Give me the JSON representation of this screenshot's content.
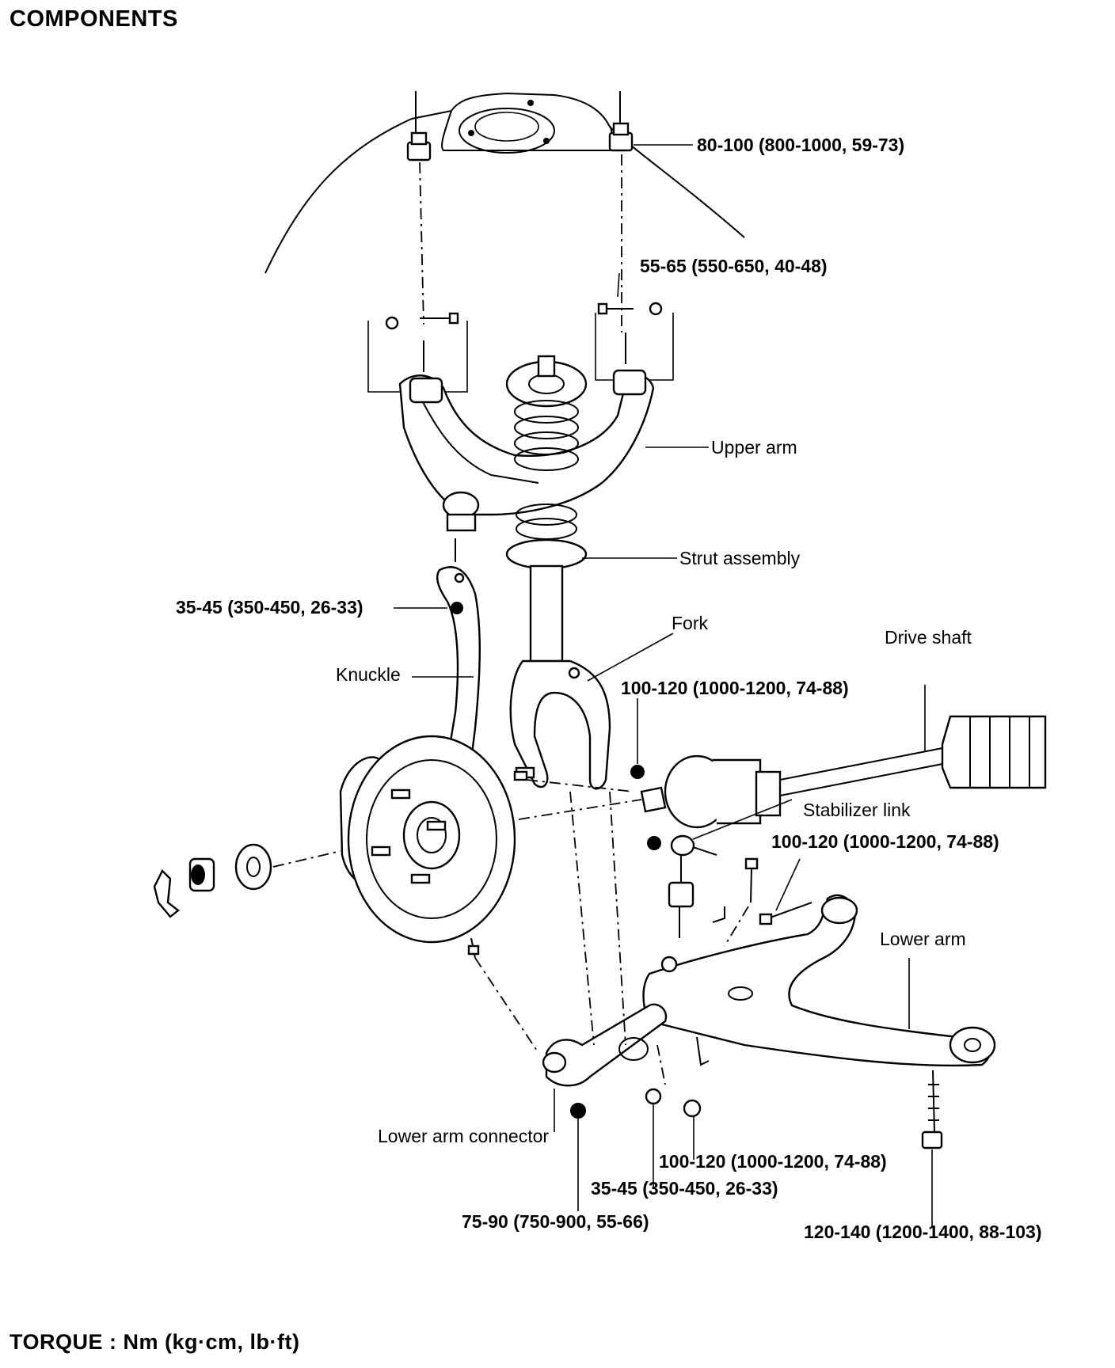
{
  "title": "COMPONENTS",
  "legend": "TORQUE : Nm (kg·cm, lb·ft)",
  "parts": {
    "upper_arm": "Upper arm",
    "strut_assembly": "Strut assembly",
    "fork": "Fork",
    "drive_shaft": "Drive shaft",
    "knuckle": "Knuckle",
    "stabilizer_link": "Stabilizer link",
    "lower_arm": "Lower arm",
    "lower_arm_connector": "Lower arm connector"
  },
  "torques": {
    "strut_mount_nut": "80-100 (800-1000, 59-73)",
    "upper_arm_bolt": "55-65 (550-650, 40-48)",
    "knuckle_upper_nut": "35-45 (350-450, 26-33)",
    "fork_bolt": "100-120 (1000-1200, 74-88)",
    "stabilizer_bolt": "100-120 (1000-1200, 74-88)",
    "lower_arm_nut": "100-120 (1000-1200, 74-88)",
    "connector_nut": "35-45 (350-450, 26-33)",
    "ball_joint_nut": "75-90 (750-900, 55-66)",
    "lower_arm_bolt": "120-140 (1200-1400, 88-103)"
  }
}
